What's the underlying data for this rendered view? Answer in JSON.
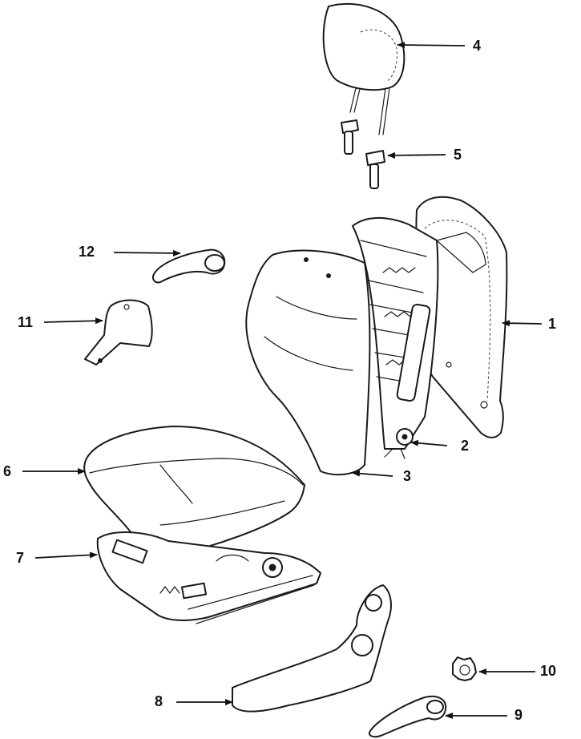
{
  "diagram": {
    "style": {
      "line_color": "#1a1a1a",
      "background": "#ffffff"
    },
    "callouts": [
      {
        "id": "c1",
        "label": "1",
        "part": "seat-back-rear-cover"
      },
      {
        "id": "c2",
        "label": "2",
        "part": "recliner-mechanism"
      },
      {
        "id": "c3",
        "label": "3",
        "part": "seat-back-cushion"
      },
      {
        "id": "c4",
        "label": "4",
        "part": "headrest"
      },
      {
        "id": "c5",
        "label": "5",
        "part": "headrest-guide"
      },
      {
        "id": "c6",
        "label": "6",
        "part": "seat-cushion"
      },
      {
        "id": "c7",
        "label": "7",
        "part": "seat-track-frame"
      },
      {
        "id": "c8",
        "label": "8",
        "part": "side-trim-panel"
      },
      {
        "id": "c9",
        "label": "9",
        "part": "recliner-lever"
      },
      {
        "id": "c10",
        "label": "10",
        "part": "height-adjust-knob"
      },
      {
        "id": "c11",
        "label": "11",
        "part": "seat-cover-bracket"
      },
      {
        "id": "c12",
        "label": "12",
        "part": "adjust-handle"
      }
    ]
  }
}
